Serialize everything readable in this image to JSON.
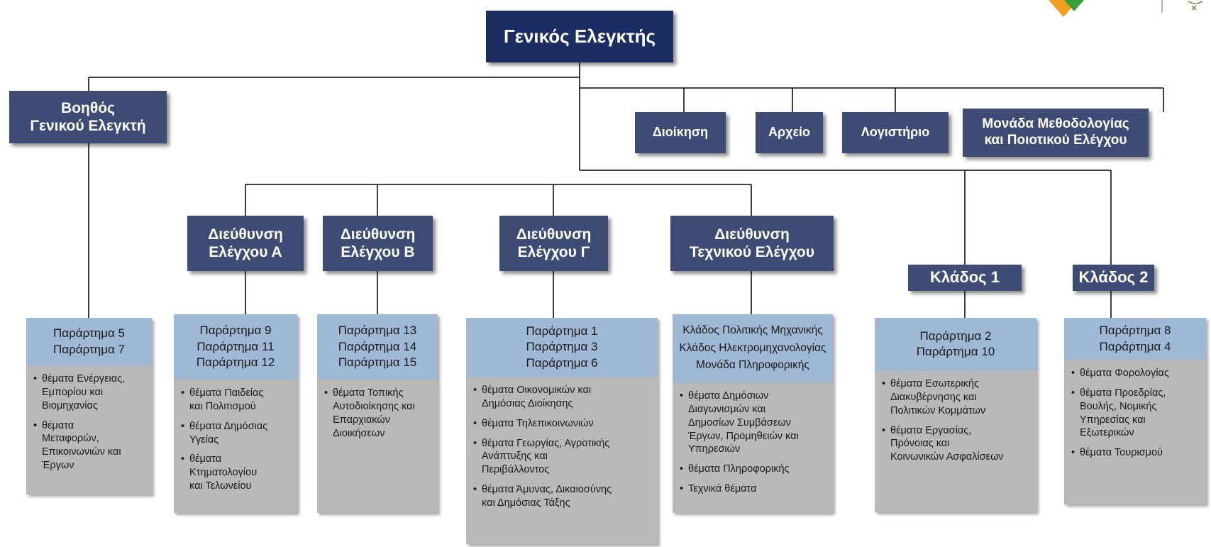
{
  "nodes": {
    "top": "Γενικός Ελεγκτής",
    "assistant": "Βοηθός\nΓενικού Ελεγκτή",
    "admin": "Διοίκηση",
    "archive": "Αρχείο",
    "accounting": "Λογιστήριο",
    "methodology": "Μονάδα Μεθοδολογίας\nκαι Ποιοτικού Ελέγχου",
    "dir_a": "Διεύθυνση\nΕλέγχου Α",
    "dir_b": "Διεύθυνση\nΕλέγχου Β",
    "dir_g": "Διεύθυνση\nΕλέγχου Γ",
    "dir_tech": "Διεύθυνση\nΤεχνικού Ελέγχου",
    "branch1": "Κλάδος 1",
    "branch2": "Κλάδος 2"
  },
  "columns": [
    {
      "annexes": "Παράρτημα 5\nΠαράρτημα 7",
      "topics": [
        "θέματα Ενέργειας,\nΕμπορίου και\nΒιομηχανίας",
        "θέματα\nΜεταφορών,\nΕπικοινωνιών και\nΈργων"
      ]
    },
    {
      "annexes": "Παράρτημα 9\nΠαράρτημα 11\nΠαράρτημα 12",
      "topics": [
        "θέματα Παιδείας\nκαι Πολιτισμού",
        "θέματα Δημόσιας\nΥγείας",
        "θέματα\nΚτηματολογίου\nκαι Τελωνείου"
      ]
    },
    {
      "annexes": "Παράρτημα 13\nΠαράρτημα 14\nΠαράρτημα 15",
      "topics": [
        "θέματα Τοπικής\nΑυτοδιοίκησης και\nΕπαρχιακών\nΔιοικήσεων"
      ]
    },
    {
      "annexes": "Παράρτημα 1\nΠαράρτημα 3\nΠαράρτημα 6",
      "topics": [
        "θέματα Οικονομικών και\nΔημόσιας Διοίκησης",
        "θέματα Τηλεπικοινωνιών",
        "θέματα Γεωργίας, Αγροτικής\nΑνάπτυξης και\nΠεριβάλλοντος",
        "θέματα Άμυνας, Δικαιοσύνης\nκαι Δημόσιας Τάξης"
      ]
    },
    {
      "annexes": "Κλάδος Πολιτικής Μηχανικής\nΚλάδος Ηλεκτρομηχανολογίας\nΜονάδα Πληροφορικής",
      "topics": [
        "θέματα Δημόσιων\nΔιαγωνισμών και\nΔημοσίων Συμβάσεων\nΈργων, Προμηθειών και\nΥπηρεσιών",
        "θέματα Πληροφορικής",
        "Τεχνικά θέματα"
      ]
    },
    {
      "annexes": "Παράρτημα 2\nΠαράρτημα 10",
      "topics": [
        "θέματα Εσωτερικής\nΔιακυβέρνησης και\nΠολιτικών Κομμάτων",
        "θέματα Εργασίας,\nΠρόνοιας και\nΚοινωνικών Ασφαλίσεων"
      ]
    },
    {
      "annexes": "Παράρτημα 8\nΠαράρτημα 4",
      "topics": [
        "θέματα Φορολογίας",
        "θέματα Προεδρίας,\nΒουλής, Νομικής\nΥπηρεσίας και\nΕξωτερικών",
        "θέματα Τουρισμού"
      ]
    }
  ],
  "colors": {
    "dark": "#1c2d63",
    "mid": "#3e4b74",
    "annex": "#9fb8d6",
    "topics": "#b9b9b9",
    "logo_orange": "#f0a01e",
    "logo_green": "#3aa03c"
  }
}
